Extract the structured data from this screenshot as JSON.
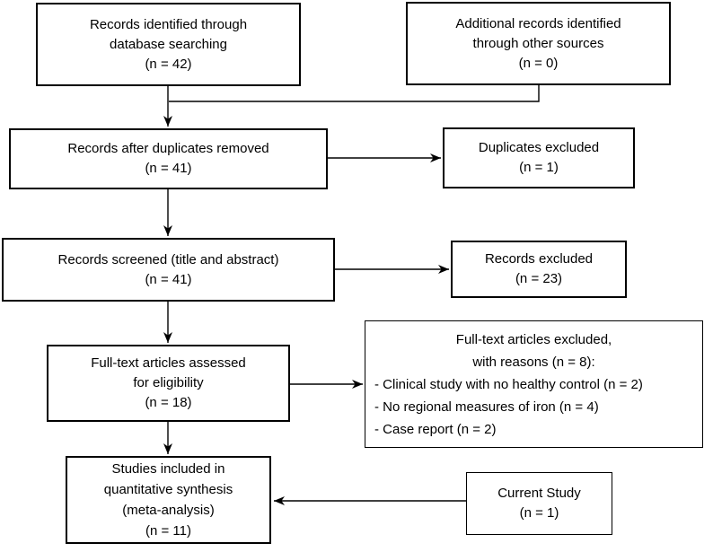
{
  "diagram": {
    "type": "flowchart",
    "boxes": {
      "identified": {
        "lines": [
          "Records identified through",
          "database searching",
          "(n = 42)"
        ]
      },
      "additional": {
        "lines": [
          "Additional records identified",
          "through other sources",
          "(n = 0)"
        ]
      },
      "after_duplicates": {
        "lines": [
          "Records after duplicates removed",
          "(n = 41)"
        ]
      },
      "duplicates_excluded": {
        "lines": [
          "Duplicates excluded",
          "(n = 1)"
        ]
      },
      "screened": {
        "lines": [
          "Records screened (title and abstract)",
          "(n = 41)"
        ]
      },
      "records_excluded": {
        "lines": [
          "Records excluded",
          "(n = 23)"
        ]
      },
      "fulltext_assessed": {
        "lines": [
          "Full-text articles assessed",
          "for eligibility",
          "(n = 18)"
        ]
      },
      "fulltext_excluded": {
        "header_lines": [
          "Full-text articles excluded,",
          "with reasons (n = 8):"
        ],
        "reasons": [
          "- Clinical study with no healthy control (n = 2)",
          "- No regional measures of iron (n = 4)",
          "- Case report (n = 2)"
        ]
      },
      "included": {
        "lines": [
          "Studies included in",
          "quantitative synthesis",
          "(meta-analysis)",
          "(n = 11)"
        ]
      },
      "current_study": {
        "lines": [
          "Current Study",
          "(n = 1)"
        ]
      }
    },
    "colors": {
      "line": "#000000",
      "border": "#000000",
      "text": "#000000",
      "background": "#ffffff"
    }
  }
}
